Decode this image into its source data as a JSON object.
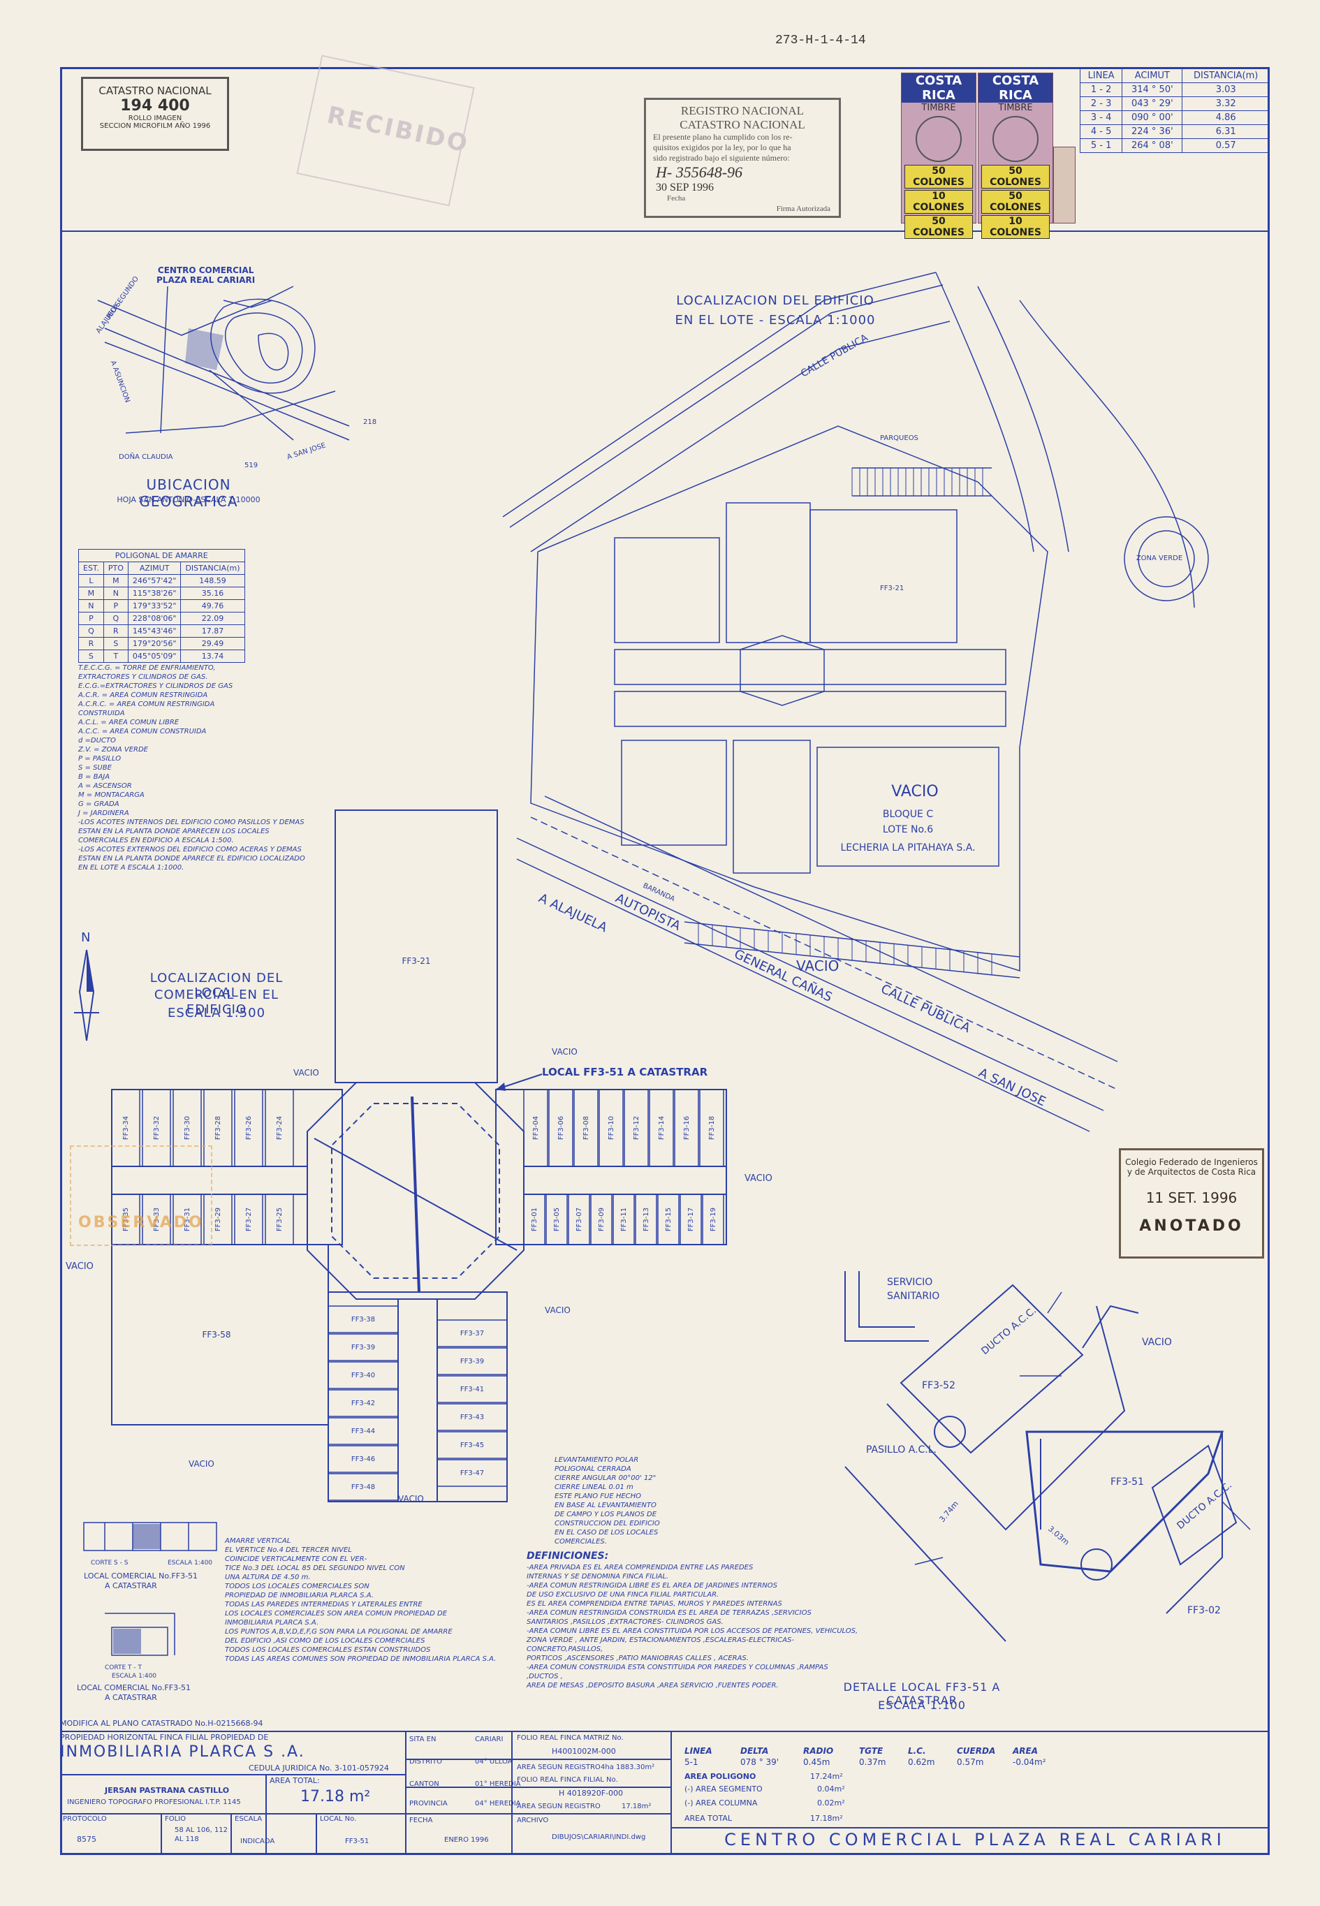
{
  "ref_code": "273-H-1-4-14",
  "catastro": {
    "title": "CATASTRO NACIONAL",
    "number": "194 400",
    "line1": "ROLLO IMAGEN",
    "line2": "SECCION MICROFILM AÑO 1996"
  },
  "recibido_stamp": "RECIBIDO",
  "registro": {
    "title1": "REGISTRO NACIONAL",
    "title2": "CATASTRO NACIONAL",
    "text1": "El presente plano ha cumplido con los re-",
    "text2": "quisitos exigidos por la ley, por lo que ha",
    "text3": "sido registrado bajo el siguiente número:",
    "number": "H- 355648-96",
    "date": "30 SEP 1996",
    "fecha_label": "Fecha",
    "firma_label": "Firma Autorizada"
  },
  "timbres": {
    "header": "COSTA RICA",
    "sub": "TIMBRE",
    "values": [
      "50 COLONES",
      "50 COLONES",
      "10 COLONES",
      "50 COLONES"
    ]
  },
  "lines_table": {
    "headers": [
      "LINEA",
      "ACIMUT",
      "DISTANCIA(m)"
    ],
    "rows": [
      [
        "1 - 2",
        "314 ° 50'",
        "3.03"
      ],
      [
        "2 - 3",
        "043 ° 29'",
        "3.32"
      ],
      [
        "3 - 4",
        "090 ° 00'",
        "4.86"
      ],
      [
        "4 - 5",
        "224 ° 36'",
        "6.31"
      ],
      [
        "5 - 1",
        "264 ° 08'",
        "0.57"
      ]
    ]
  },
  "ubicacion": {
    "title": "UBICACION GEOGRAFICA",
    "subtitle": "HOJA SAN ANTONIO-ESCALA 1:10000",
    "centro_label1": "CENTRO COMERCIAL",
    "centro_label2": "PLAZA REAL CARIARI",
    "labels": [
      "RIO SEGUNDO",
      "ALAJUELA",
      "A ASUNCION",
      "DOÑA CLAUDIA",
      "A SAN JOSE",
      "218",
      "519"
    ]
  },
  "localizacion_edificio": {
    "title1": "LOCALIZACION DEL EDIFICIO",
    "title2": "EN EL LOTE - ESCALA 1:1000"
  },
  "poligonal": {
    "title": "POLIGONAL DE AMARRE",
    "headers": [
      "EST.",
      "PTO",
      "AZIMUT",
      "DISTANCIA(m)"
    ],
    "rows": [
      [
        "L",
        "M",
        "246°57'42\"",
        "148.59"
      ],
      [
        "M",
        "N",
        "115°38'26\"",
        "35.16"
      ],
      [
        "N",
        "P",
        "179°33'52\"",
        "49.76"
      ],
      [
        "P",
        "Q",
        "228°08'06\"",
        "22.09"
      ],
      [
        "Q",
        "R",
        "145°43'46\"",
        "17.87"
      ],
      [
        "R",
        "S",
        "179°20'56\"",
        "29.49"
      ],
      [
        "S",
        "T",
        "045°05'09\"",
        "13.74"
      ]
    ]
  },
  "legend": [
    "T.E.C.C.G. = TORRE DE ENFRIAMIENTO,",
    "EXTRACTORES Y CILINDROS DE GAS.",
    "E.C.G.=EXTRACTORES Y CILINDROS DE GAS",
    "A.C.R. = AREA COMUN RESTRINGIDA",
    "A.C.R.C. = AREA COMUN RESTRINGIDA",
    "CONSTRUIDA",
    "A.C.L. = AREA COMUN LIBRE",
    "A.C.C. = AREA COMUN CONSTRUIDA",
    "d =DUCTO",
    "Z.V. = ZONA VERDE",
    "P = PASILLO",
    "S = SUBE",
    "B = BAJA",
    "A = ASCENSOR",
    "M = MONTACARGA",
    "G = GRADA",
    "J = JARDINERA",
    "-LOS ACOTES INTERNOS DEL EDIFICIO COMO PASILLOS Y DEMAS",
    "ESTAN EN LA PLANTA DONDE APARECEN LOS LOCALES",
    "COMERCIALES EN EDIFICIO A ESCALA 1:500.",
    "-LOS ACOTES EXTERNOS DEL EDIFICIO COMO ACERAS Y DEMAS",
    "ESTAN EN LA PLANTA DONDE APARECE EL EDIFICIO LOCALIZADO",
    "EN EL LOTE A ESCALA 1:1000."
  ],
  "localizacion_local": {
    "title1": "LOCALIZACION DEL LOCAL",
    "title2": "COMERCIAL EN EL EDIFICIO",
    "title3": "ESCALA 1:500"
  },
  "local_catastrar": "LOCAL FF3-51 A CATASTRAR",
  "plan_labels": {
    "vacio": "VACIO",
    "ff3_21": "FF3-21",
    "ff3_58": "FF3-58",
    "north": "N",
    "bloque_c": "BLOQUE C",
    "lote6": "LOTE No.6",
    "lecheria": "LECHERIA LA PITAHAYA S.A.",
    "calle_publica": "CALLE PUBLICA",
    "autopista": "AUTOPISTA",
    "general_canas": "GENERAL CAÑAS",
    "a_alajuela": "A ALAJUELA",
    "a_san_jose": "A SAN JOSE",
    "zona_verde": "ZONA VERDE",
    "parqueos": "PARQUEOS",
    "baranda": "BARANDA"
  },
  "left_shops_top": [
    "FF3-34",
    "FF3-32",
    "FF3-30",
    "FF3-28",
    "FF3-26",
    "FF3-24"
  ],
  "left_shops_bottom": [
    "FF3-35",
    "FF3-33",
    "FF3-31",
    "FF3-29",
    "FF3-27",
    "FF3-25"
  ],
  "right_shops_top": [
    "FF3-04",
    "FF3-06",
    "FF3-08",
    "FF3-10",
    "FF3-12",
    "FF3-14",
    "FF3-16",
    "FF3-18"
  ],
  "right_shops_bottom": [
    "FF3-01",
    "FF3-05",
    "FF3-07",
    "FF3-09",
    "FF3-11",
    "FF3-13",
    "FF3-15",
    "FF3-17",
    "FF3-19"
  ],
  "bottom_left_shops": [
    "FF3-38",
    "FF3-39",
    "FF3-40",
    "FF3-42",
    "FF3-44",
    "FF3-46",
    "FF3-48"
  ],
  "bottom_right_shops": [
    "FF3-37",
    "FF3-39",
    "FF3-41",
    "FF3-43",
    "FF3-45",
    "FF3-47"
  ],
  "colegio_stamp": {
    "line1": "Colegio Federado de Ingenieros",
    "line2": "y de Arquitectos de Costa Rica",
    "date": "11 SET. 1996",
    "status": "ANOTADO"
  },
  "detail": {
    "title1": "DETALLE LOCAL FF3-51 A CATASTRAR",
    "title2": "ESCALA 1:100",
    "servicio": "SERVICIO",
    "sanitario": "SANITARIO",
    "vacio": "VACIO",
    "ff3_52": "FF3-52",
    "ff3_51": "FF3-51",
    "ff3_02": "FF3-02",
    "pasillo": "PASILLO A.C.L.",
    "ducto": "DUCTO A.C.C.",
    "dims": [
      "3.74m",
      "3.03m"
    ]
  },
  "levantamiento": [
    "LEVANTAMIENTO POLAR",
    "POLIGONAL   CERRADA",
    "CIERRE ANGULAR  00°00' 12\"",
    "CIERRE  LINEAL   0.01 m",
    "ESTE PLANO FUE HECHO",
    "EN BASE AL LEVANTAMIENTO",
    "DE CAMPO Y LOS PLANOS DE",
    "CONSTRUCCION DEL EDIFICIO",
    "EN EL CASO DE LOS LOCALES",
    "COMERCIALES."
  ],
  "amarre": [
    "AMARRE VERTICAL",
    "EL VERTICE No.4 DEL TERCER NIVEL",
    "COINCIDE VERTICALMENTE CON EL VER-",
    "TICE No.3 DEL LOCAL 85 DEL SEGUNDO NIVEL CON",
    "UNA ALTURA DE 4.50 m.",
    "TODOS LOS LOCALES COMERCIALES SON",
    "PROPIEDAD DE INMOBILIARIA PLARCA S.A.",
    "TODAS LAS PAREDES INTERMEDIAS Y LATERALES ENTRE",
    "LOS LOCALES COMERCIALES SON AREA COMUN PROPIEDAD DE",
    "INMOBILIARIA PLARCA S.A.",
    "LOS PUNTOS A,B,V,D,E,F,G SON PARA LA POLIGONAL DE AMARRE",
    "DEL EDIFICIO ,ASI COMO DE LOS LOCALES COMERCIALES",
    "TODOS LOS LOCALES COMERCIALES ESTAN CONSTRUIDOS",
    "TODAS LAS AREAS COMUNES SON PROPIEDAD DE INMOBILIARIA PLARCA S.A."
  ],
  "definiciones": {
    "title": "DEFINICIONES:",
    "lines": [
      "-AREA PRIVADA ES EL AREA COMPRENDIDA ENTRE LAS PAREDES",
      "INTERNAS Y SE DENOMINA FINCA FILIAL.",
      "-AREA COMUN RESTRINGIDA LIBRE ES EL AREA DE JARDINES INTERNOS",
      "DE USO EXCLUSIVO DE UNA FINCA FILIAL PARTICULAR.",
      "ES EL AREA COMPRENDIDA ENTRE TAPIAS, MUROS Y PAREDES INTERNAS",
      "-AREA COMUN RESTRINGIDA CONSTRUIDA ES EL AREA DE TERRAZAS ,SERVICIOS",
      "SANITARIOS ,PASILLOS ,EXTRACTORES- CILINDROS GAS.",
      "-AREA COMUN LIBRE ES EL AREA CONSTITUIDA POR LOS ACCESOS DE PEATONES, VEHICULOS,",
      "ZONA VERDE , ANTE JARDIN, ESTACIONAMIENTOS ,ESCALERAS-ELECTRICAS-CONCRETO,PASILLOS,",
      "PORTICOS ,ASCENSORES ,PATIO MANIOBRAS CALLES , ACERAS.",
      "-AREA COMUN CONSTRUIDA ESTA CONSTITUIDA POR PAREDES Y COLUMNAS ,RAMPAS ,DUCTOS ,",
      "AREA DE MESAS ,DEPOSITO BASURA ,AREA SERVICIO ,FUENTES PODER."
    ]
  },
  "corte_labels": {
    "local1": "LOCAL COMERCIAL No.FF3-51",
    "cat1": "A CATASTRAR",
    "corte_ss": "CORTE S - S",
    "corte_tt": "CORTE T - T",
    "escala": "ESCALA 1:400",
    "local2": "LOCAL COMERCIAL No.FF3-51",
    "cat2": "A CATASTRAR"
  },
  "titleblock": {
    "modifica": "MODIFICA AL PLANO CATASTRADO No.H-0215668-94",
    "propiedad": "PROPIEDAD HORIZONTAL FINCA FILIAL PROPIEDAD DE",
    "owner": "INMOBILIARIA PLARCA S .A.",
    "cedula": "CEDULA JURIDICA No.  3-101-057924",
    "area_total_label": "AREA TOTAL:",
    "area_total": "17.18 m²",
    "surveyor": "JERSAN PASTRANA CASTILLO",
    "surveyor_title": "INGENIERO TOPOGRAFO PROFESIONAL I.T.P. 1145",
    "protocolo_label": "PROTOCOLO",
    "protocolo": "8575",
    "folio_label": "FOLIO",
    "folio": "58 AL 106, 112 AL 118",
    "escala_label": "ESCALA",
    "escala": "INDICADA",
    "local_label": "LOCAL No.",
    "local": "FF3-51",
    "sita_label": "SITA EN",
    "sita": "CARIARI",
    "distrito_label": "DISTRITO",
    "distrito": "04° ULLOA",
    "canton_label": "CANTON",
    "canton": "01° HEREDIA",
    "provincia_label": "PROVINCIA",
    "provincia": "04° HEREDIA",
    "fecha_label": "FECHA",
    "fecha": "ENERO 1996",
    "folio_matriz_label": "FOLIO REAL FINCA MATRIZ No.",
    "folio_matriz": "H4001002M-000",
    "area_registro_label": "AREA SEGUN REGISTRO",
    "area_registro": "4ha 1883.30m²",
    "folio_filial_label": "FOLIO REAL FINCA FILIAL No.",
    "folio_filial": "H 4018920F-000",
    "area_registro2_label": "AREA SEGUN REGISTRO",
    "area_registro2": "17.18m²",
    "archivo_label": "ARCHIVO",
    "archivo": "DIBUJOS\\CARIARI\\INDI.dwg",
    "centro": "CENTRO COMERCIAL PLAZA REAL CARIARI"
  },
  "curve_table": {
    "headers": [
      "LINEA",
      "DELTA",
      "RADIO",
      "TGTE",
      "L.C.",
      "CUERDA",
      "AREA"
    ],
    "row": [
      "5-1",
      "078 ° 39'",
      "0.45m",
      "0.37m",
      "0.62m",
      "0.57m",
      "-0.04m²"
    ],
    "area_poligono_label": "AREA POLIGONO",
    "area_poligono": "17.24m²",
    "area_segmento_label": "(-) AREA SEGMENTO",
    "area_segmento": "0.04m²",
    "area_columna_label": "(-) AREA COLUMNA",
    "area_columna": "0.02m²",
    "area_total_label": "AREA TOTAL",
    "area_total": "17.18m²"
  },
  "ejido_stamp": "OBSERVADO"
}
